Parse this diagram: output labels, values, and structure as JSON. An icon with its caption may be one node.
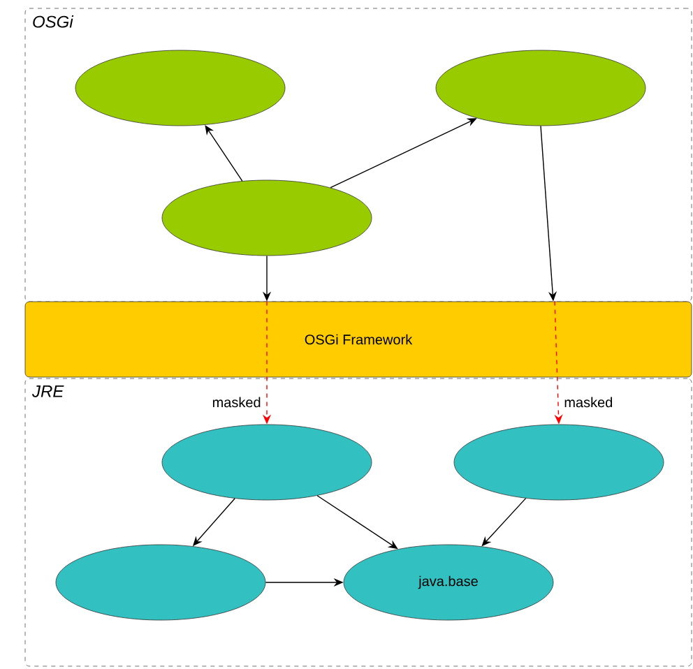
{
  "diagram": {
    "nodes": [
      {
        "text": [
          "OSGi"
        ]
      },
      {
        "text": [],
        "shape": "ellipse",
        "in": 0
      },
      {
        "text": [],
        "shape": "ellipse",
        "in": 0
      },
      {
        "text": [],
        "shape": "ellipse",
        "in": 0
      },
      {
        "text": [
          "OSGi Framework"
        ]
      },
      {
        "text": [
          "JRE"
        ]
      },
      {
        "text": [],
        "shape": "ellipse",
        "in": 5
      },
      {
        "text": [],
        "shape": "ellipse",
        "in": 5
      },
      {
        "text": [],
        "shape": "ellipse",
        "in": 5
      },
      {
        "text": [
          "java.base"
        ],
        "in": 5
      }
    ],
    "edges": [
      {
        "from": 3,
        "to": 1,
        "arrow": "to"
      },
      {
        "from": 3,
        "to": 2,
        "arrow": "to"
      },
      {
        "from": 3,
        "to": 4,
        "arrow": "to"
      },
      {
        "from": 2,
        "to": 4,
        "arrow": "to"
      },
      {
        "from": 4,
        "to": 6,
        "arrow": "to",
        "label": "masked",
        "style": "dashed",
        "color": "#ff0000"
      },
      {
        "from": 4,
        "to": 7,
        "arrow": "to",
        "label": "masked",
        "style": "dashed",
        "color": "#ff0000"
      },
      {
        "from": 6,
        "to": 8,
        "arrow": "to"
      },
      {
        "from": 6,
        "to": 9,
        "arrow": "to"
      },
      {
        "from": 7,
        "to": 9,
        "arrow": "to"
      },
      {
        "from": 8,
        "to": 9,
        "arrow": "to"
      }
    ]
  }
}
